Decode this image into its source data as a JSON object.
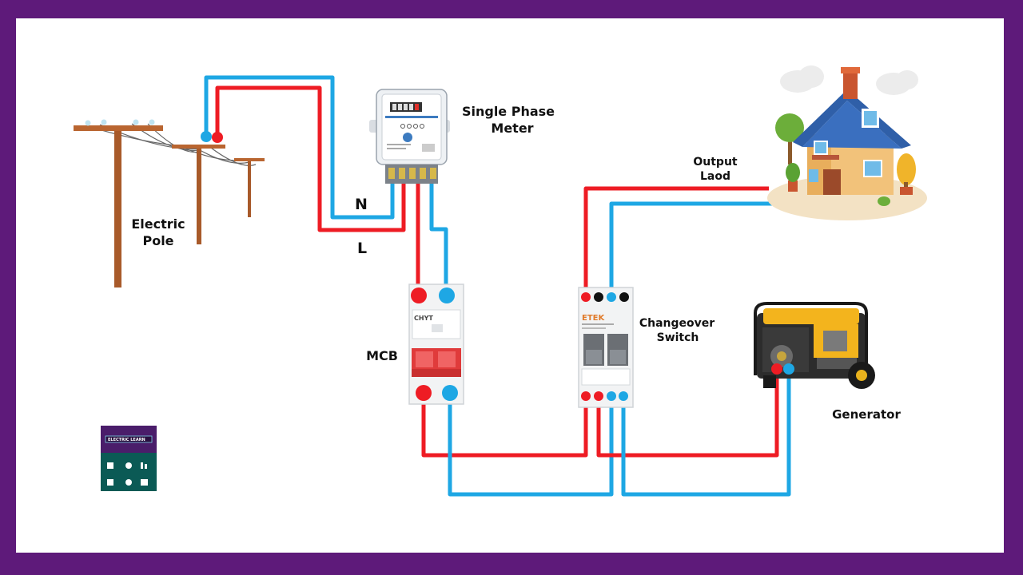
{
  "labels": {
    "pole": [
      "Electric",
      "Pole"
    ],
    "meter": [
      "Single Phase",
      "Meter"
    ],
    "neutral": "N",
    "live": "L",
    "mcb": "MCB",
    "changeover": [
      "Changeover",
      "Switch"
    ],
    "output": [
      "Output",
      "Laod"
    ],
    "generator": "Generator"
  },
  "device_text": {
    "mcb_brand": "CHYT",
    "switch_brand": "ETEK",
    "logo_title": "ELECTRIC LEARN"
  },
  "colors": {
    "live": "#ee1c24",
    "neutral": "#1ea7e4",
    "border": "#5e1a7a",
    "terminal_black": "#111111"
  }
}
